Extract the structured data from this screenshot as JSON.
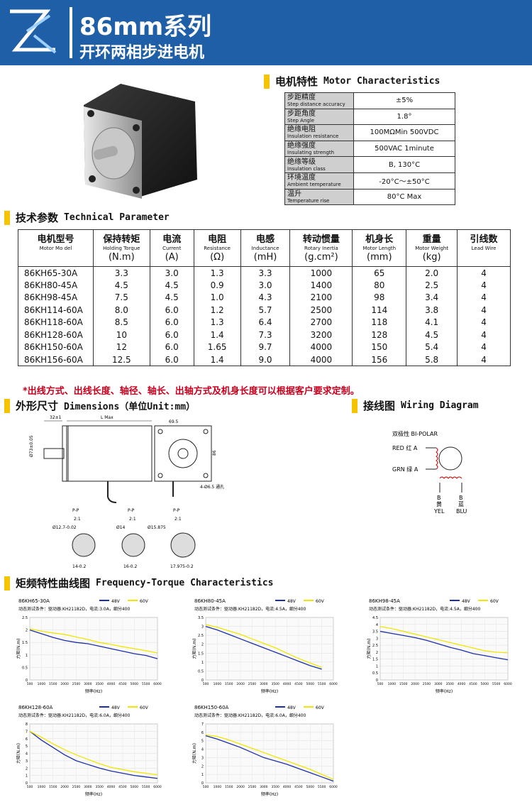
{
  "header": {
    "title": "86mm系列",
    "subtitle": "开环两相步进电机"
  },
  "motor_characteristics": {
    "heading_cn": "电机特性",
    "heading_en": "Motor Characteristics",
    "rows": [
      {
        "cn": "步距精度",
        "en": "Step distance accuracy",
        "value": "±5%"
      },
      {
        "cn": "步距角度",
        "en": "Step Angle",
        "value": "1.8°"
      },
      {
        "cn": "绝缘电阻",
        "en": "Insulation resistance",
        "value": "100MΩMin 500VDC"
      },
      {
        "cn": "绝缘强度",
        "en": "Insulating strength",
        "value": "500VAC 1minute"
      },
      {
        "cn": "绝缘等级",
        "en": "Insulation class",
        "value": "B, 130°C"
      },
      {
        "cn": "环境温度",
        "en": "Ambient temperature",
        "value": "-20°C～±50°C"
      },
      {
        "cn": "温升",
        "en": "Temperature rise",
        "value": "80°C Max"
      }
    ]
  },
  "technical_parameter": {
    "heading_cn": "技术参数",
    "heading_en": "Technical Parameter",
    "columns": [
      {
        "cn": "电机型号",
        "en": "Motor Mo del",
        "unit": ""
      },
      {
        "cn": "保持转矩",
        "en": "Holding Torque",
        "unit": "(N.m)"
      },
      {
        "cn": "电流",
        "en": "Current",
        "unit": "(A)"
      },
      {
        "cn": "电阻",
        "en": "Resistance",
        "unit": "(Ω)"
      },
      {
        "cn": "电感",
        "en": "Inductance",
        "unit": "(mH)"
      },
      {
        "cn": "转动惯量",
        "en": "Rotary Inertia",
        "unit": "(g.cm²)"
      },
      {
        "cn": "机身长",
        "en": "Motor Length",
        "unit": "(mm)"
      },
      {
        "cn": "重量",
        "en": "Motor Weight",
        "unit": "(kg)"
      },
      {
        "cn": "引线数",
        "en": "Lead Wire",
        "unit": ""
      }
    ],
    "rows": [
      [
        "86KH65-30A",
        "3.3",
        "3.0",
        "1.3",
        "3.3",
        "1000",
        "65",
        "2.0",
        "4"
      ],
      [
        "86KH80-45A",
        "4.5",
        "4.5",
        "0.9",
        "3.0",
        "1400",
        "80",
        "2.5",
        "4"
      ],
      [
        "86KH98-45A",
        "7.5",
        "4.5",
        "1.0",
        "4.3",
        "2100",
        "98",
        "3.4",
        "4"
      ],
      [
        "86KH114-60A",
        "8.0",
        "6.0",
        "1.2",
        "5.7",
        "2500",
        "114",
        "3.8",
        "4"
      ],
      [
        "86KH118-60A",
        "8.5",
        "6.0",
        "1.3",
        "6.4",
        "2700",
        "118",
        "4.1",
        "4"
      ],
      [
        "86KH128-60A",
        "10",
        "6.0",
        "1.4",
        "7.3",
        "3200",
        "128",
        "4.5",
        "4"
      ],
      [
        "86KH150-60A",
        "12",
        "6.0",
        "1.65",
        "9.7",
        "4000",
        "150",
        "5.4",
        "4"
      ],
      [
        "86KH156-60A",
        "12.5",
        "6.0",
        "1.4",
        "9.0",
        "4000",
        "156",
        "5.8",
        "4"
      ]
    ],
    "note": "*出线方式、出线长度、轴径、轴长、出轴方式及机身长度可以根据客户要求定制。"
  },
  "dimensions": {
    "heading_cn": "外形尺寸",
    "heading_en": "Dimensions（单位Unit:mm）",
    "labels": {
      "d1": "32±1",
      "lmax": "L Max",
      "shaft": "Ø73±0.05",
      "sq1": "69.5",
      "sq2": "86",
      "hole": "4-Ø6.5 通孔",
      "pp": "P-P",
      "ratio": "2:1",
      "s1": "Ø12.7-0.02",
      "s2": "Ø14",
      "s3": "Ø15.875",
      "f1": "14-0.2",
      "f2": "16-0.2",
      "f3": "17.975-0.2"
    }
  },
  "wiring": {
    "heading_cn": "接线图",
    "heading_en": "Wiring Diagram",
    "title": "双极性 BI-POLAR",
    "red": "RED 红 A",
    "grn": "GRN 绿 A",
    "b": "B",
    "b_bar": "B",
    "yellow_cn": "黄",
    "yellow_en": "YEL",
    "blue_cn": "蓝",
    "blue_en": "BLU"
  },
  "charts_section": {
    "heading_cn": "矩频特性曲线图",
    "heading_en": "Frequency-Torque Characteristics"
  },
  "chart_data": [
    {
      "type": "line",
      "title": "86KH65-30A",
      "subtitle": "动态测试条件：驱动器:KH21182D，电流:3.0A，细分400",
      "xlabel": "频率(Hz)",
      "ylabel": "力矩(N.m)",
      "x": [
        500,
        1000,
        1500,
        2000,
        2500,
        3000,
        3500,
        4000,
        4500,
        5000,
        5500,
        6000
      ],
      "xlim": [
        500,
        6000
      ],
      "ylim": [
        0,
        2.5
      ],
      "yticks": [
        0,
        0.5,
        1,
        1.5,
        2,
        2.5
      ],
      "series": [
        {
          "name": "48V",
          "values": [
            2.0,
            1.85,
            1.7,
            1.58,
            1.5,
            1.45,
            1.35,
            1.25,
            1.15,
            1.05,
            0.98,
            0.85
          ]
        },
        {
          "name": "60V",
          "values": [
            2.05,
            1.95,
            1.88,
            1.82,
            1.72,
            1.62,
            1.5,
            1.42,
            1.33,
            1.25,
            1.17,
            1.08
          ]
        }
      ]
    },
    {
      "type": "line",
      "title": "86KH80-45A",
      "subtitle": "动态测试条件：驱动器:KH21182D，电流:4.5A，细分400",
      "xlabel": "频率(Hz)",
      "ylabel": "力矩(N.m)",
      "x": [
        500,
        1000,
        1500,
        2000,
        2500,
        3000,
        3500,
        4000,
        4500,
        5000,
        5500
      ],
      "xlim": [
        500,
        6000
      ],
      "ylim": [
        0,
        3.5
      ],
      "yticks": [
        0,
        0.5,
        1,
        1.5,
        2,
        2.5,
        3,
        3.5
      ],
      "series": [
        {
          "name": "48V",
          "values": [
            3.0,
            2.8,
            2.55,
            2.3,
            2.05,
            1.8,
            1.55,
            1.3,
            1.05,
            0.8,
            0.6
          ]
        },
        {
          "name": "60V",
          "values": [
            3.1,
            2.95,
            2.75,
            2.55,
            2.3,
            2.05,
            1.8,
            1.5,
            1.2,
            0.95,
            0.7
          ]
        }
      ]
    },
    {
      "type": "line",
      "title": "86KH98-45A",
      "subtitle": "动态测试条件：驱动器:KH21182D，电流:4.5A，细分400",
      "xlabel": "频率(Hz)",
      "ylabel": "力矩(N.m)",
      "x": [
        500,
        1000,
        1500,
        2000,
        2500,
        3000,
        3500,
        4000,
        4500,
        5000,
        5500,
        6000
      ],
      "xlim": [
        500,
        6000
      ],
      "ylim": [
        0,
        4.5
      ],
      "yticks": [
        0,
        0.5,
        1,
        1.5,
        2,
        2.5,
        3,
        3.5,
        4,
        4.5
      ],
      "series": [
        {
          "name": "48V",
          "values": [
            3.5,
            3.35,
            3.2,
            3.05,
            2.85,
            2.6,
            2.35,
            2.15,
            1.9,
            1.75,
            1.6,
            1.45
          ]
        },
        {
          "name": "60V",
          "values": [
            3.85,
            3.7,
            3.5,
            3.3,
            3.1,
            2.9,
            2.7,
            2.5,
            2.3,
            2.1,
            2.0,
            1.95
          ]
        }
      ]
    },
    {
      "type": "line",
      "title": "86KH128-60A",
      "subtitle": "动态测试条件：驱动器:KH21182D，电流:6.0A，细分400",
      "xlabel": "频率(Hz)",
      "ylabel": "力矩(N.m)",
      "x": [
        500,
        1000,
        1500,
        2000,
        2500,
        3000,
        3500,
        4000,
        4500,
        5000,
        5500,
        6000
      ],
      "xlim": [
        500,
        6000
      ],
      "ylim": [
        0,
        8
      ],
      "yticks": [
        0,
        1,
        2,
        3,
        4,
        5,
        6,
        7,
        8
      ],
      "series": [
        {
          "name": "48V",
          "values": [
            7.0,
            5.8,
            4.8,
            3.8,
            3.0,
            2.5,
            2.0,
            1.6,
            1.3,
            1.0,
            0.8,
            0.6
          ]
        },
        {
          "name": "60V",
          "values": [
            7.0,
            6.2,
            5.3,
            4.5,
            3.8,
            3.2,
            2.6,
            2.1,
            1.8,
            1.5,
            1.3,
            1.1
          ]
        }
      ]
    },
    {
      "type": "line",
      "title": "86KH150-60A",
      "subtitle": "动态测试条件：驱动器:KH21182D，电流:6.0A，细分400",
      "xlabel": "频率(Hz)",
      "ylabel": "力矩(N.m)",
      "x": [
        500,
        1000,
        1500,
        2000,
        2500,
        3000,
        3500,
        4000,
        4500,
        5000,
        5500,
        6000
      ],
      "xlim": [
        500,
        6000
      ],
      "ylim": [
        0,
        7
      ],
      "yticks": [
        0,
        1,
        2,
        3,
        4,
        5,
        6,
        7
      ],
      "series": [
        {
          "name": "48V",
          "values": [
            5.6,
            5.2,
            4.7,
            4.2,
            3.6,
            3.0,
            2.6,
            2.2,
            1.7,
            1.2,
            0.7,
            0.2
          ]
        },
        {
          "name": "60V",
          "values": [
            5.7,
            5.5,
            5.1,
            4.6,
            4.1,
            3.6,
            3.1,
            2.6,
            2.1,
            1.6,
            1.0,
            0.4
          ]
        }
      ],
      "colors": {
        "48V": "#1c2fa6",
        "60V": "#f2e600"
      }
    }
  ],
  "colors": {
    "brand": "#1f5fa8",
    "accent": "#f5c400",
    "note": "#c8001e",
    "series_48v": "#1c2fa6",
    "series_60v": "#f2e600"
  }
}
